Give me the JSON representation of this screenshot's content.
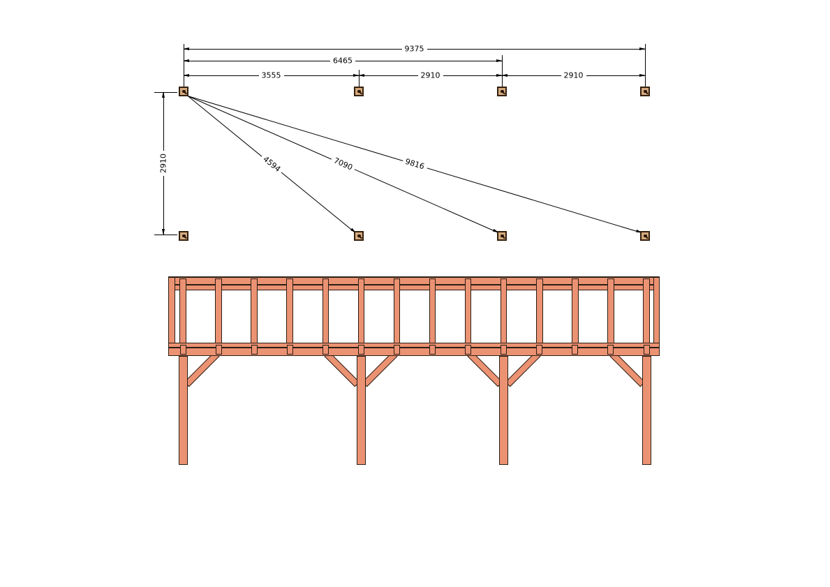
{
  "document": {
    "type": "timber frame construction drawing",
    "views": {
      "top": "foundation anchor plan",
      "bottom": "side elevation"
    }
  },
  "plan": {
    "horizontal_dimensions": [
      {
        "label": "9375"
      },
      {
        "label": "6465"
      },
      {
        "label": "3555"
      },
      {
        "label": "2910"
      },
      {
        "label": "2910"
      }
    ],
    "vertical_dimension": {
      "label": "2910"
    },
    "diagonal_dimensions": [
      {
        "label": "4594"
      },
      {
        "label": "7090"
      },
      {
        "label": "9816"
      }
    ],
    "post_anchor_grid": {
      "rows": 2,
      "columns": 4
    }
  },
  "elevation": {
    "rafter_count": 14,
    "post_count": 4,
    "posts": [
      {
        "braces": [
          "right"
        ]
      },
      {
        "braces": [
          "left",
          "right"
        ]
      },
      {
        "braces": [
          "left",
          "right"
        ]
      },
      {
        "braces": [
          "left"
        ]
      }
    ]
  },
  "colors": {
    "timber_fill": "#EB9273",
    "timber_outline": "#2A1E14",
    "anchor_fill": "#D4A97E",
    "anchor_outline": "#33200E",
    "dimension_line": "#000000",
    "background": "#FFFFFF"
  }
}
